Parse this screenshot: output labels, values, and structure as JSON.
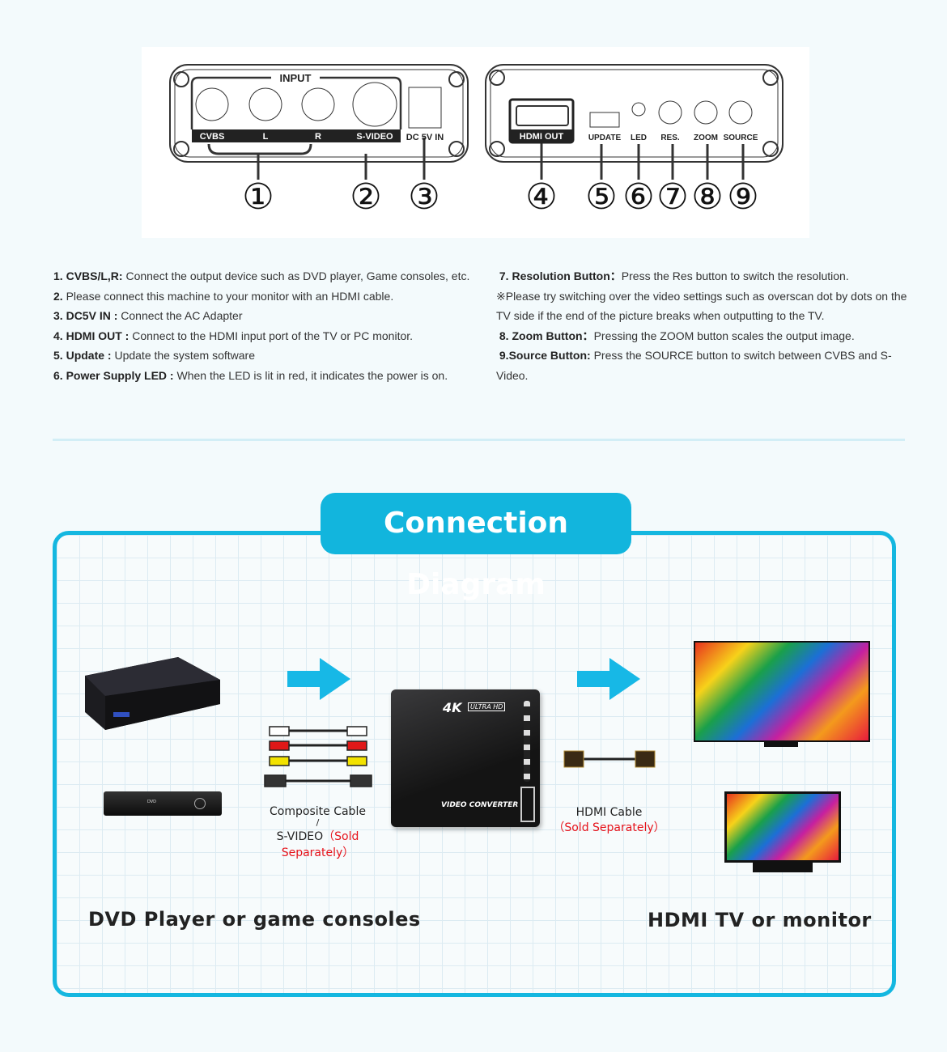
{
  "panel": {
    "input_label": "INPUT",
    "ports_left": [
      "CVBS",
      "L",
      "R",
      "S-VIDEO"
    ],
    "dc_label": "DC 5V IN",
    "ports_right": [
      "HDMI OUT",
      "UPDATE",
      "LED",
      "RES.",
      "ZOOM",
      "SOURCE"
    ],
    "callouts": [
      "①",
      "②",
      "③",
      "④",
      "⑤",
      "⑥",
      "⑦",
      "⑧",
      "⑨"
    ]
  },
  "descriptions_left": [
    {
      "num": "1.",
      "term": "CVBS/L,R:",
      "text": " Connect the output device such as DVD player, Game consoles, etc."
    },
    {
      "num": "2.",
      "term": "",
      "text": " Please connect this machine to your monitor with an HDMI cable."
    },
    {
      "num": "3.",
      "term": "DC5V IN :",
      "text": " Connect the AC Adapter"
    },
    {
      "num": "4.",
      "term": "HDMI OUT :",
      "text": " Connect to the HDMI input port of the TV or PC monitor."
    },
    {
      "num": "5.",
      "term": "Update :",
      "text": " Update the system software"
    },
    {
      "num": "6.",
      "term": "Power Supply LED :",
      "text": " When the LED is lit in red, it indicates the power is on."
    }
  ],
  "descriptions_right": {
    "item7": {
      "num": "7.",
      "term": "Resolution Button：",
      "text": "Press the Res button to switch the resolution."
    },
    "note": "※Please try switching over the video settings such as overscan dot by dots on the TV side if the end of the picture breaks when outputting to the TV.",
    "item8": {
      "num": "8.",
      "term": "Zoom Button：",
      "text": "Pressing the ZOOM button scales the output image."
    },
    "item9": {
      "num": "9.",
      "term": "Source Button:",
      "text": " Press the SOURCE button to switch between CVBS and S-Video."
    }
  },
  "diagram": {
    "title": "Connection Diagram",
    "composite_cable": "Composite Cable",
    "slash": "/",
    "svideo": "S-VIDEO",
    "sold_separately_1": "（Sold Separately）",
    "hdmi_cable": "HDMI Cable",
    "sold_separately_2": "（Sold Separately）",
    "converter_brand": "4K",
    "converter_badge": "ULTRA HD",
    "converter_label": "VIDEO CONVERTER",
    "dvd_label": "DVD",
    "source_caption": "DVD Player or game consoles",
    "display_caption": "HDMI TV or monitor"
  },
  "colors": {
    "accent": "#12b5dd",
    "red": "#e6121a"
  }
}
